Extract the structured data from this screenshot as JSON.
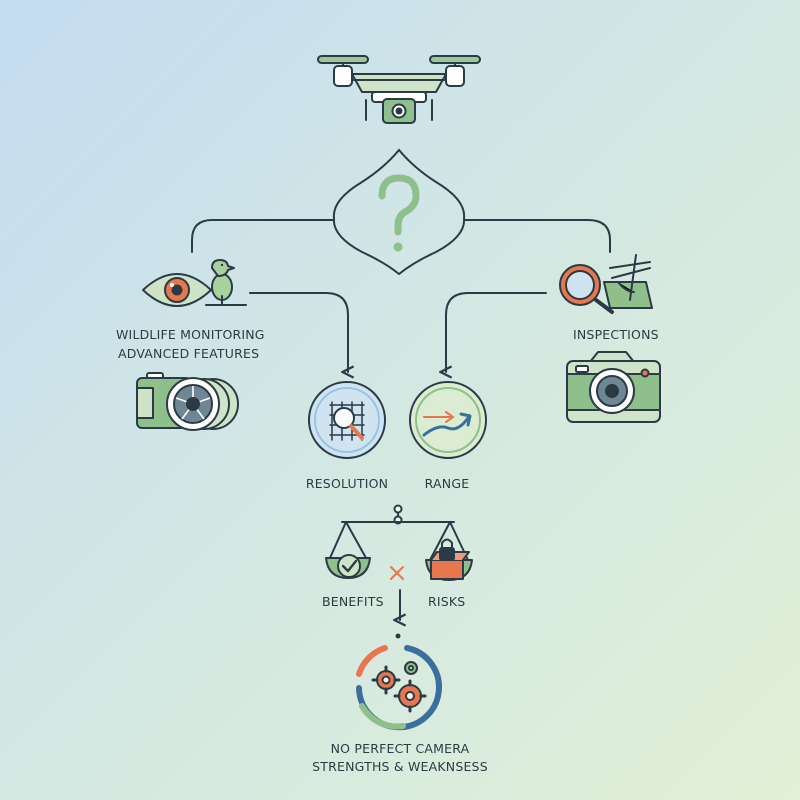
{
  "wildlife": {
    "line1": "WILDLIFE MONITORING",
    "line2": "ADVANCED FEATURES"
  },
  "inspections": {
    "label": "INSPECTIONS"
  },
  "resolution": {
    "label": "RESOLUTION"
  },
  "range": {
    "label": "RANGE"
  },
  "benefits": {
    "label": "BENEFITS"
  },
  "risks": {
    "label": "RISKS"
  },
  "conclusion": {
    "line1": "NO PERFECT CAMERA",
    "line2": "STRENGTHS & WEAKNSESS"
  },
  "colors": {
    "stroke": "#2b3a44",
    "green": "#8fbf8a",
    "sage": "#cfe3c8",
    "orange": "#e8774e",
    "blue": "#9cc3e4"
  },
  "icons": {
    "top": "drone-camera-icon",
    "question": "question-mark-icon",
    "wildlife": "eye-bird-tree-icon",
    "lens": "camera-lens-icon",
    "inspect": "magnifier-powerline-icon",
    "camera": "camera-icon",
    "resolution": "magnifier-grid-icon",
    "range": "curved-arrow-icon",
    "scale": "balance-scale-icon",
    "gears": "gears-cycle-icon"
  }
}
